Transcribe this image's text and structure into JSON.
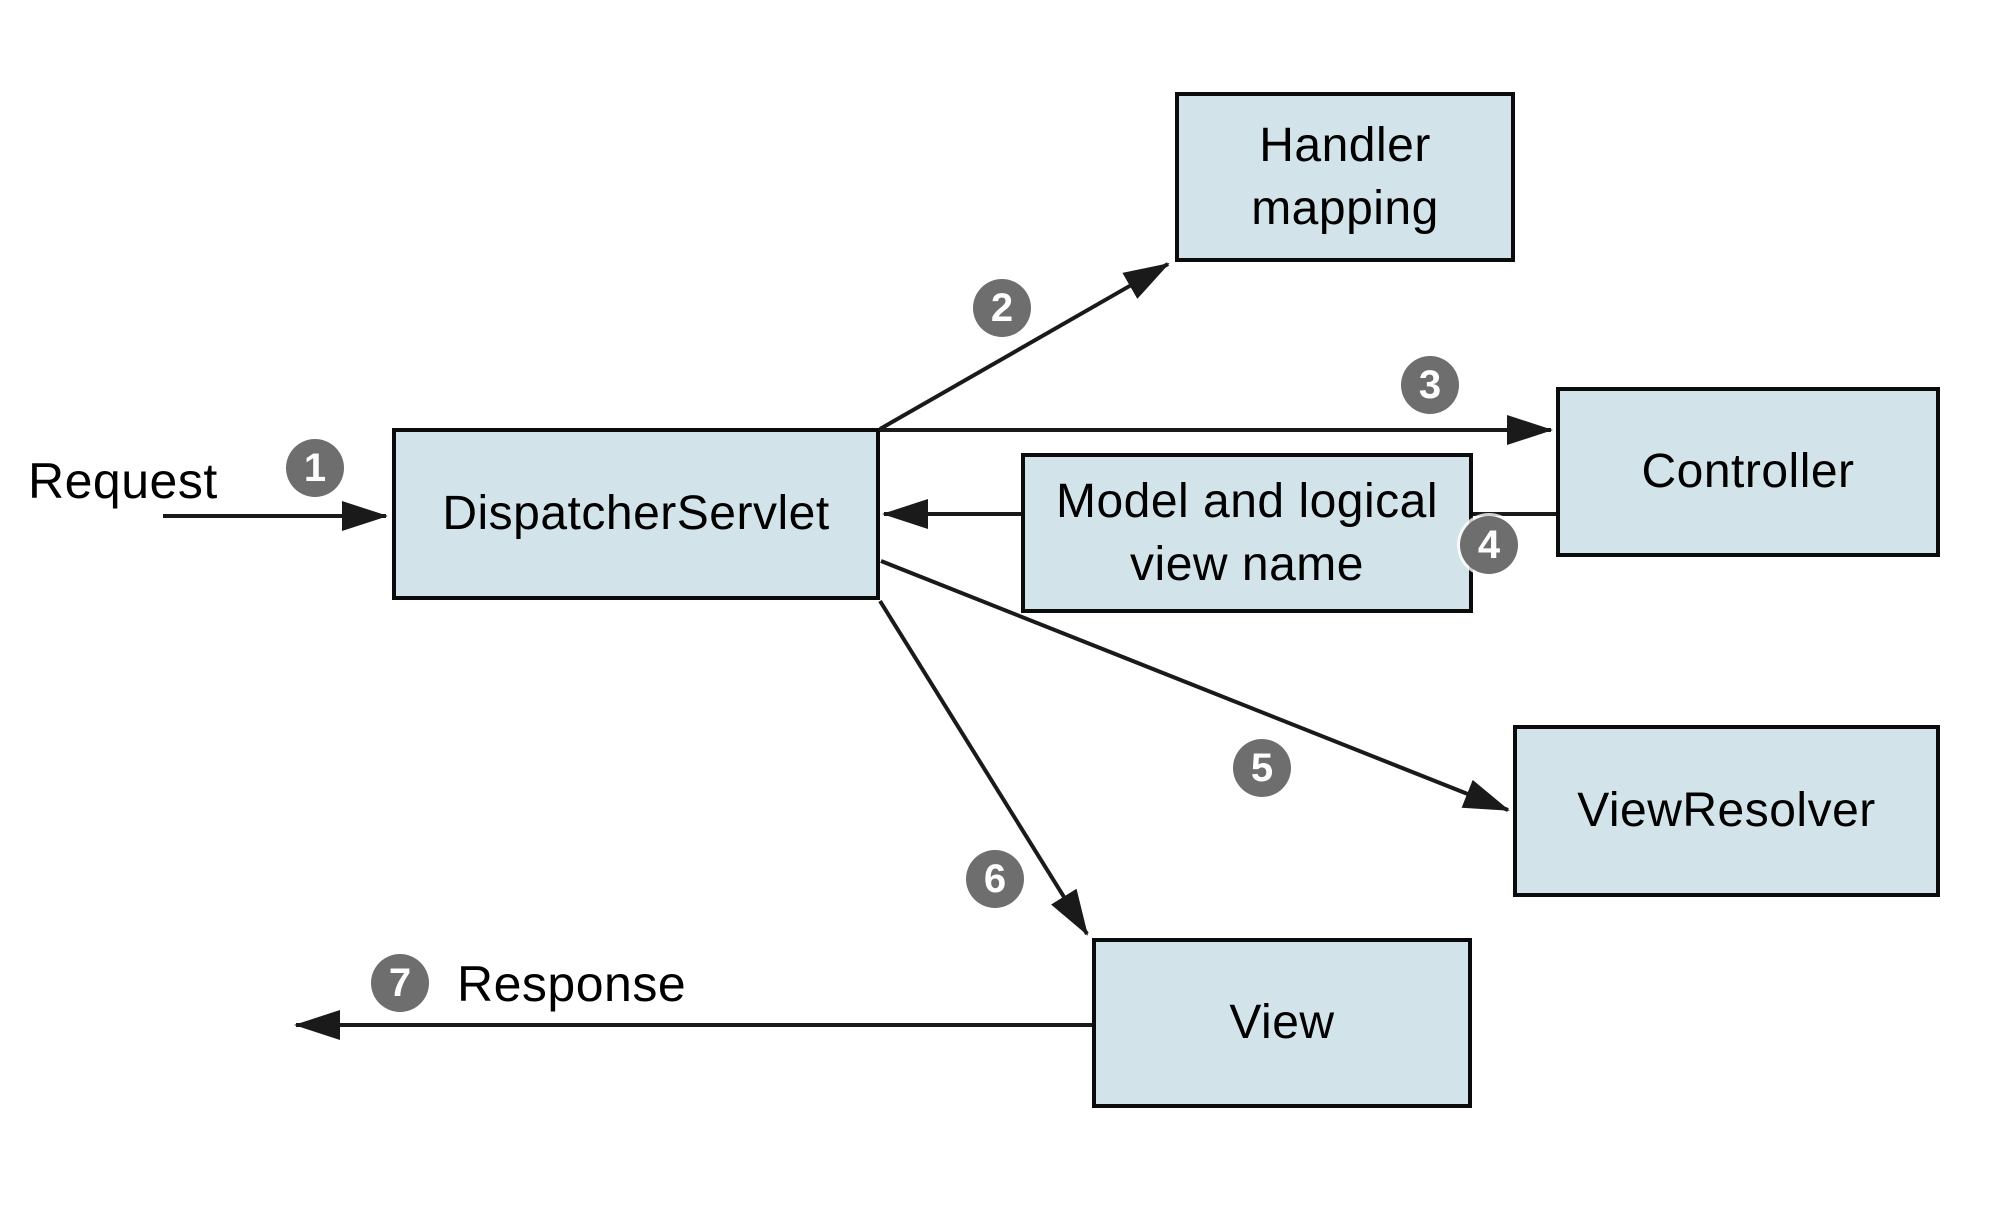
{
  "labels": {
    "request": "Request",
    "response": "Response"
  },
  "nodes": {
    "dispatcher_servlet": {
      "label": "DispatcherServlet"
    },
    "handler_mapping": {
      "label": "Handler mapping"
    },
    "controller": {
      "label": "Controller"
    },
    "model_and_view": {
      "label": "Model and logical view name"
    },
    "view_resolver": {
      "label": "ViewResolver"
    },
    "view": {
      "label": "View"
    }
  },
  "steps": [
    "1",
    "2",
    "3",
    "4",
    "5",
    "6",
    "7"
  ],
  "edges": [
    {
      "step": "1",
      "from": "request-label",
      "to": "dispatcher_servlet"
    },
    {
      "step": "2",
      "from": "dispatcher_servlet",
      "to": "handler_mapping"
    },
    {
      "step": "3",
      "from": "dispatcher_servlet",
      "to": "controller"
    },
    {
      "step": "4",
      "from": "controller",
      "to": "dispatcher_servlet"
    },
    {
      "step": "5",
      "from": "dispatcher_servlet",
      "to": "view_resolver"
    },
    {
      "step": "6",
      "from": "dispatcher_servlet",
      "to": "view"
    },
    {
      "step": "7",
      "from": "view",
      "to": "response-label"
    }
  ],
  "colors": {
    "background": "#ffffff",
    "node_fill": "#d2e4e9",
    "node_border": "#0b0b0b",
    "arrow": "#1a1a1a",
    "badge_bg": "#6e6e6e",
    "badge_text": "#ffffff",
    "text": "#000000"
  }
}
